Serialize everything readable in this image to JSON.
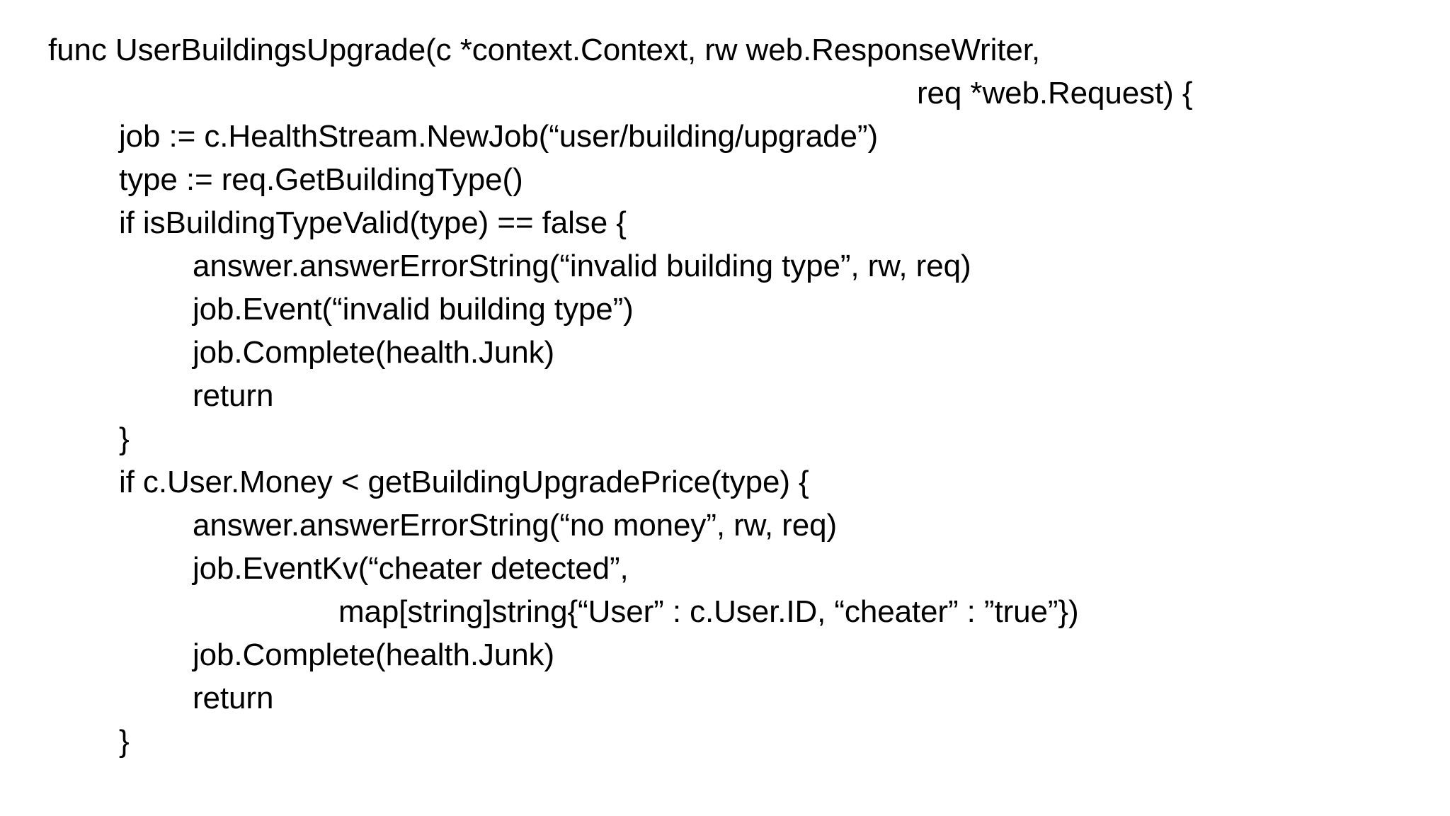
{
  "slide": {
    "background_color": "#ffffff",
    "text_color": "#000000",
    "language": "Go"
  },
  "code": {
    "lines": [
      {
        "indent": 0,
        "text": "func UserBuildingsUpgrade(c *context.Context, rw web.ResponseWriter,"
      },
      {
        "indent": "sig",
        "text": "req *web.Request) {"
      },
      {
        "indent": 1,
        "text": "job := c.HealthStream.NewJob(“user/building/upgrade”)"
      },
      {
        "indent": 1,
        "text": "type := req.GetBuildingType()"
      },
      {
        "indent": 1,
        "text": "if isBuildingTypeValid(type) == false {"
      },
      {
        "indent": 2,
        "text": "answer.answerErrorString(“invalid building type”, rw, req)"
      },
      {
        "indent": 2,
        "text": "job.Event(“invalid building type”)"
      },
      {
        "indent": 2,
        "text": "job.Complete(health.Junk)"
      },
      {
        "indent": 2,
        "text": "return"
      },
      {
        "indent": 1,
        "text": "}"
      },
      {
        "indent": 1,
        "text": "if c.User.Money < getBuildingUpgradePrice(type) {"
      },
      {
        "indent": 2,
        "text": "answer.answerErrorString(“no money”, rw, req)"
      },
      {
        "indent": 2,
        "text": "job.EventKv(“cheater detected”,"
      },
      {
        "indent": 3,
        "text": "map[string]string{“User” : c.User.ID, “cheater” : ”true”})"
      },
      {
        "indent": 2,
        "text": "job.Complete(health.Junk)"
      },
      {
        "indent": 2,
        "text": "return"
      },
      {
        "indent": 1,
        "text": "}"
      }
    ]
  }
}
